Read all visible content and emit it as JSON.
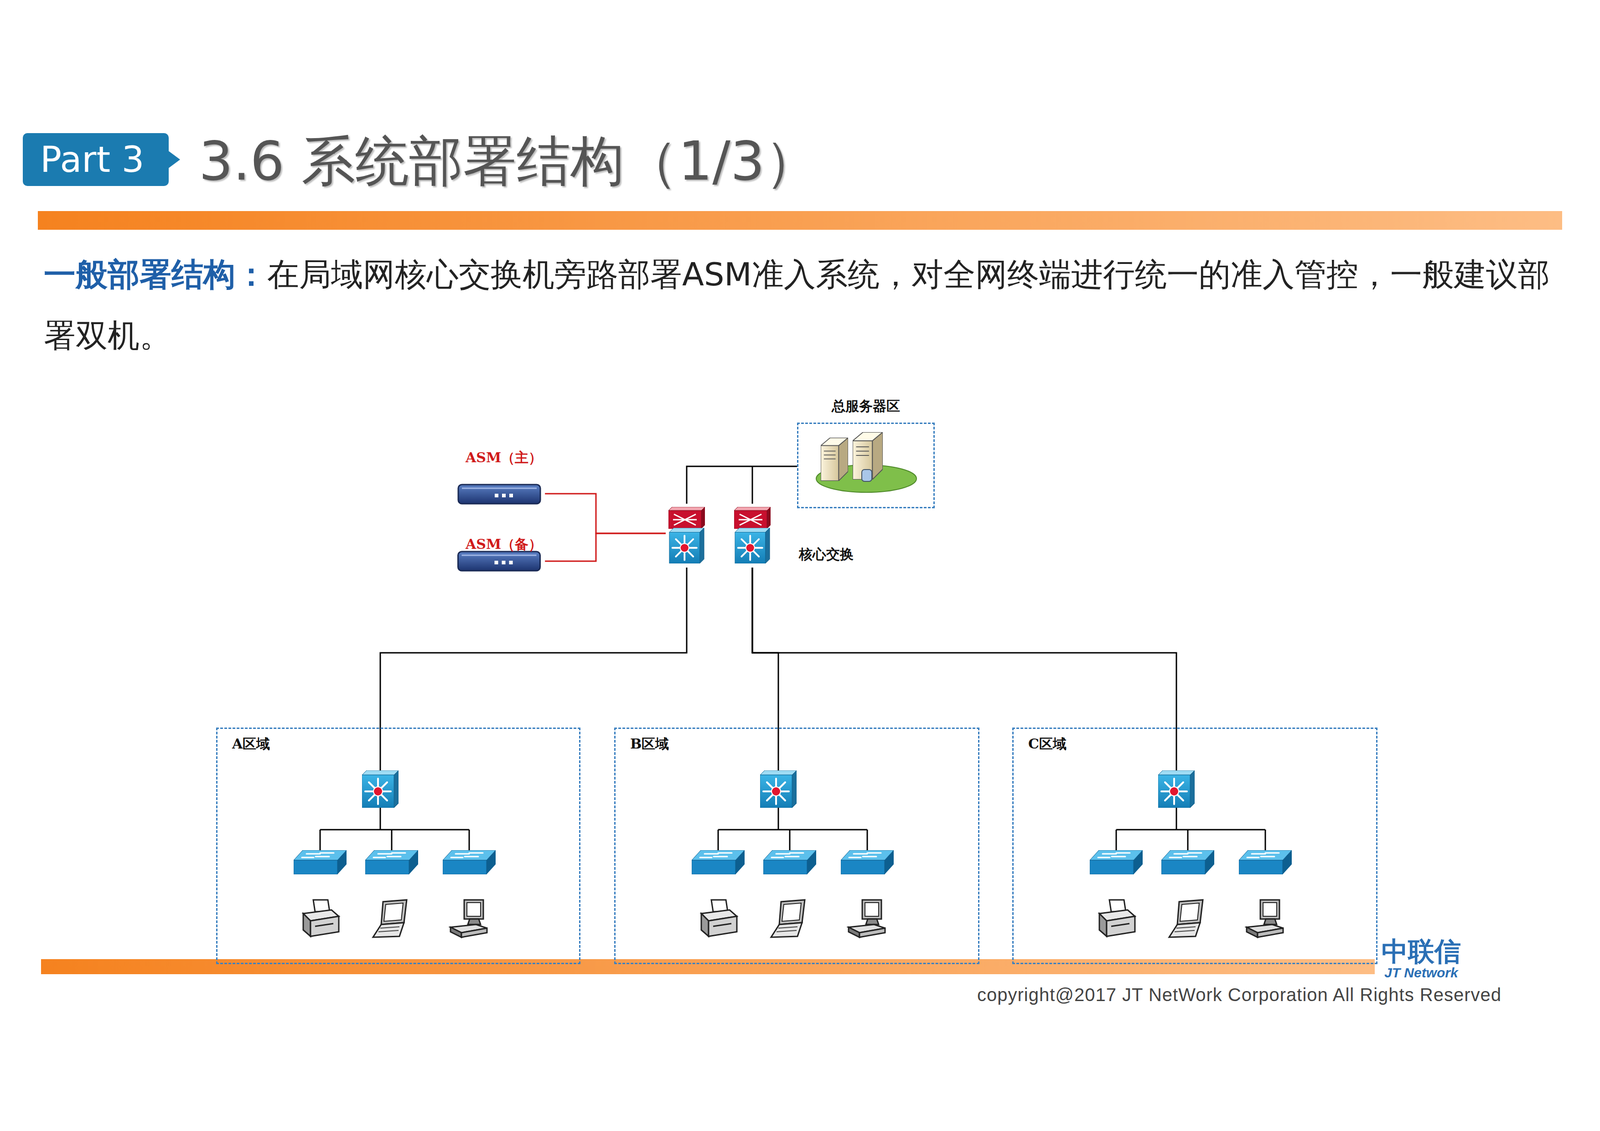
{
  "diagram": {
    "title": "3.6 系统部署结构（1/3）",
    "nodes": [
      {
        "text": [
          "ASM（主）"
        ]
      },
      {
        "text": [
          "ASM（备）"
        ]
      },
      {
        "text": [
          "总服务器区"
        ]
      },
      {
        "text": [
          "核心交换"
        ]
      },
      {
        "text": [
          "A区域"
        ]
      },
      {
        "text": [
          "B区域"
        ]
      },
      {
        "text": [
          "C区域"
        ]
      }
    ],
    "edges": [
      {
        "from": 0,
        "to": 3,
        "arrow": "none"
      },
      {
        "from": 1,
        "to": 3,
        "arrow": "none"
      },
      {
        "from": 3,
        "to": 2,
        "arrow": "none"
      },
      {
        "from": 3,
        "to": 4,
        "arrow": "none"
      },
      {
        "from": 3,
        "to": 5,
        "arrow": "none"
      },
      {
        "from": 3,
        "to": 6,
        "arrow": "none"
      }
    ],
    "labels": [
      "Part 3",
      "一般部署结构：",
      "在局域网核心交换机旁路部署ASM准入系统，对全网终端进行统一的准入管控，一般建议部署双机。",
      "中联信",
      "JT Network",
      "copyright@2017  JT NetWork Corporation All Rights Reserved"
    ]
  }
}
